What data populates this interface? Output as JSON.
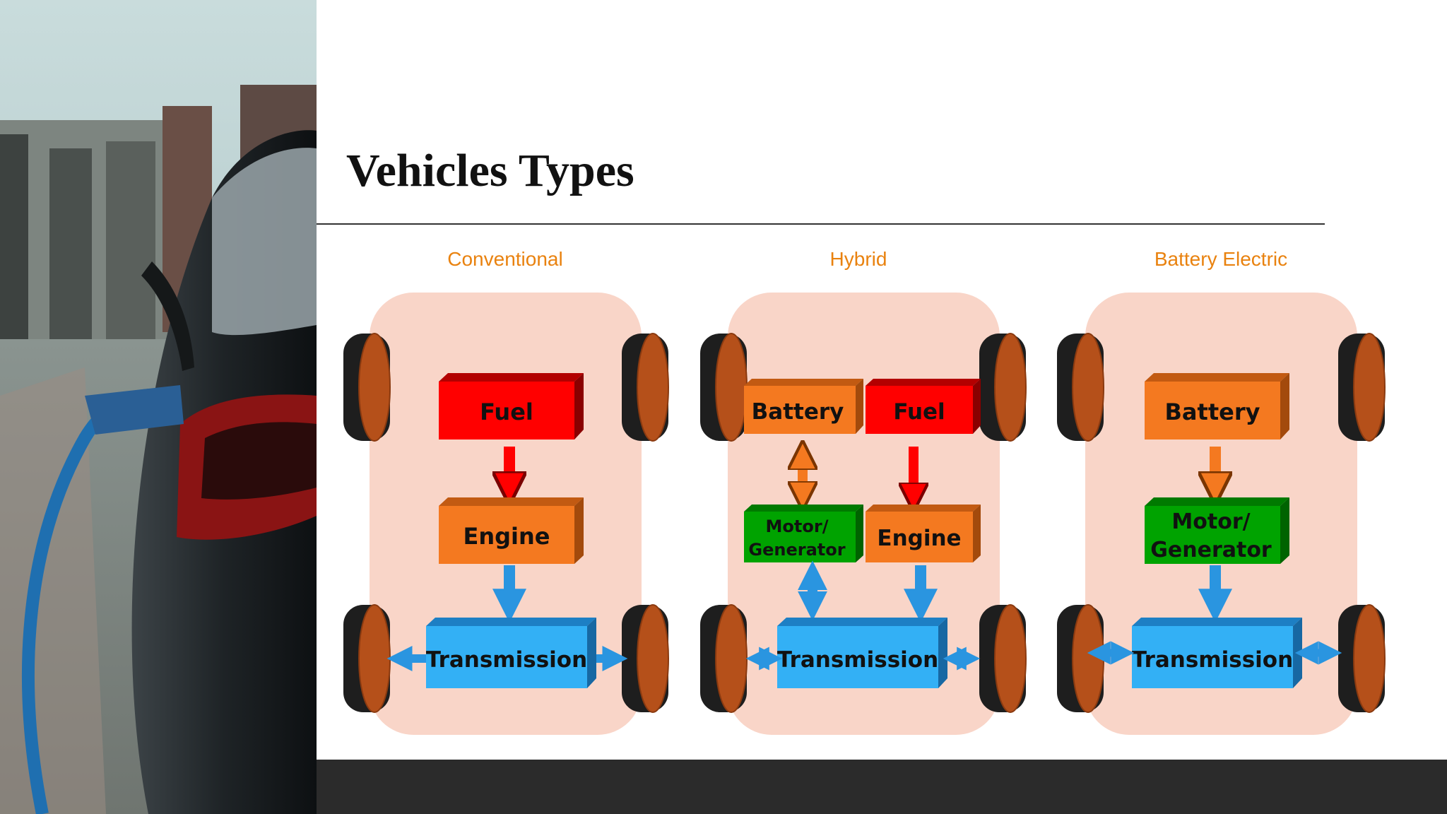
{
  "slide": {
    "title": "Vehicles Types"
  },
  "diagram": {
    "panels": [
      {
        "title": "Conventional",
        "boxes": [
          "Fuel",
          "Engine",
          "Transmission"
        ]
      },
      {
        "title": "Hybrid",
        "boxes": [
          "Battery",
          "Fuel",
          "Motor/",
          "Generator",
          "Engine",
          "Transmission"
        ]
      },
      {
        "title": "Battery Electric",
        "boxes": [
          "Battery",
          "Motor/",
          "Generator",
          "Transmission"
        ]
      }
    ]
  },
  "colors": {
    "panel_bg": "#f9d5c8",
    "panel_title": "#e9820f",
    "fuel": "#ff0000",
    "engine": "#f47920",
    "battery": "#f47920",
    "motor_generator": "#00a300",
    "transmission": "#33b0f5",
    "wheel_tread": "#1e1e1e",
    "wheel_face": "#b5501a",
    "footer": "#2b2b2b"
  }
}
